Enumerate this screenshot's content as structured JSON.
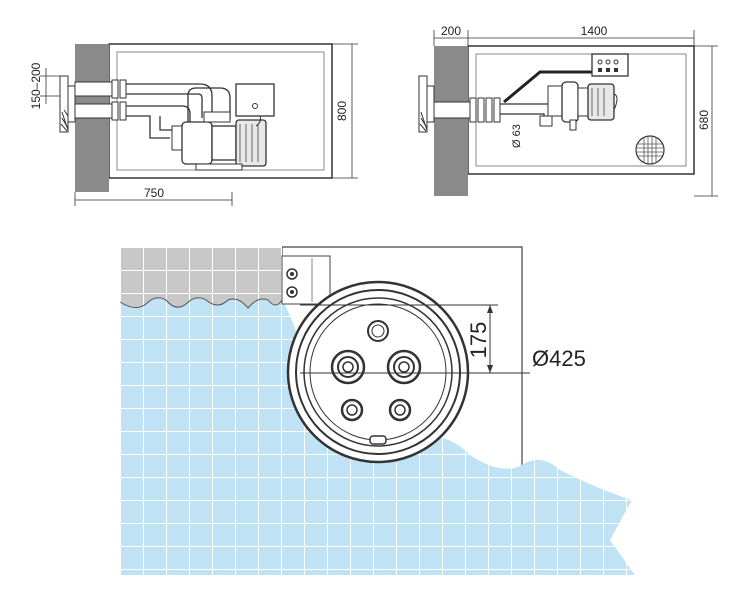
{
  "colors": {
    "line": "#333333",
    "wall": "#8a8a8a",
    "water": "#bfe3f5",
    "water_grid": "#ffffff",
    "deck_tile": "#c8c8c8",
    "housing": "#ffffff"
  },
  "side_view": {
    "dim_depth": "150–200",
    "dim_height": "800",
    "dim_length": "750"
  },
  "side_view_2": {
    "dim_wall": "200",
    "dim_length": "1400",
    "dim_height": "680",
    "dim_pipe": "Ø 63"
  },
  "plan_view": {
    "dim_offset": "175",
    "dim_diameter": "Ø425"
  },
  "icons": [
    "pump-icon",
    "junction-box-icon",
    "vent-grille-icon",
    "nozzle-icon"
  ]
}
